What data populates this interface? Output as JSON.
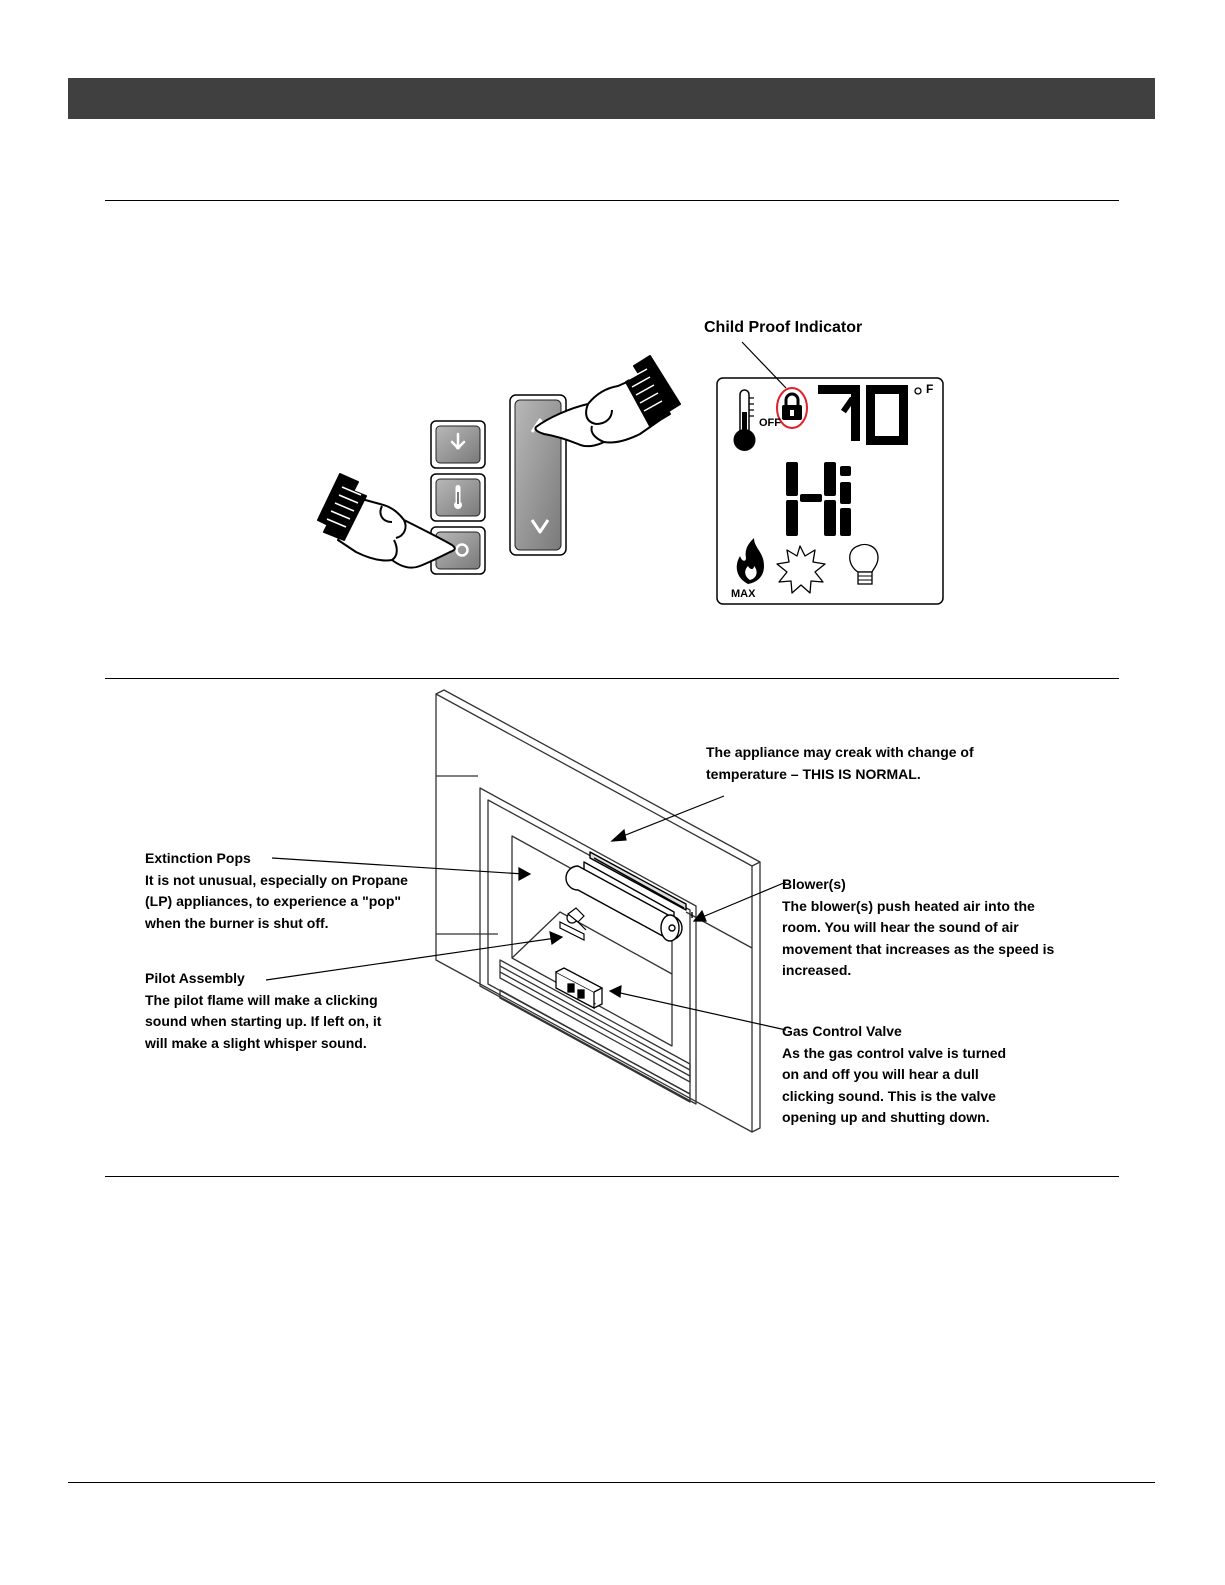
{
  "child_proof": {
    "label": "Child Proof Indicator"
  },
  "lcd": {
    "temperature": "70",
    "unit": "°F",
    "off_label": "OFF",
    "mode": "Hi",
    "flame_label": "MAX"
  },
  "callouts": {
    "creak": {
      "lines": [
        "The appliance may creak with change of",
        "temperature – THIS IS NORMAL."
      ]
    },
    "extinction": {
      "heading": "Extinction Pops",
      "lines": [
        "It is not unusual, especially on Propane",
        "(LP) appliances, to experience a \"pop\"",
        "when the burner is shut off."
      ]
    },
    "pilot": {
      "heading": "Pilot Assembly",
      "lines": [
        "The pilot flame will make a clicking",
        "sound when starting up.  If left on, it",
        "will make a slight whisper sound."
      ]
    },
    "blower": {
      "heading": "Blower(s)",
      "lines": [
        "The blower(s)  push heated air into the",
        "room.  You will hear the sound of air",
        "movement that increases as the speed is",
        "increased."
      ]
    },
    "gas_valve": {
      "heading": "Gas Control Valve",
      "lines": [
        "As the gas control valve is turned",
        "on and off you will hear a dull",
        "clicking sound.  This is the valve",
        "opening up and shutting down."
      ]
    }
  },
  "icons": {
    "remote_buttons": [
      "fan-icon",
      "thermometer-icon",
      "power-icon",
      "up-arrow-icon",
      "down-arrow-icon"
    ],
    "lcd_icons": [
      "thermometer-icon",
      "lock-icon",
      "flame-icon",
      "blower-icon",
      "light-bulb-icon"
    ]
  },
  "colors": {
    "header_bar": "#404040",
    "lock_highlight": "#e0202a"
  }
}
